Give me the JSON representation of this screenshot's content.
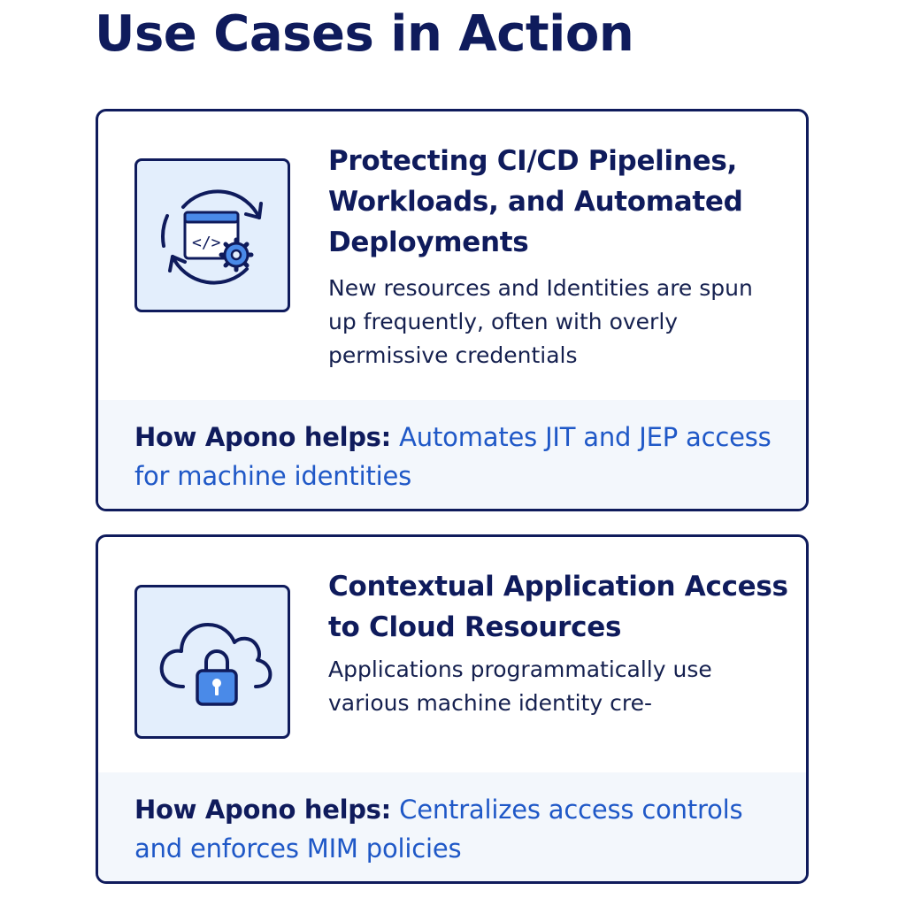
{
  "page": {
    "title": "Use Cases in Action"
  },
  "colors": {
    "navy": "#0f1b5c",
    "accent_blue": "#1f58c7",
    "icon_bg": "#e3eefc",
    "band_bg": "#f3f7fc"
  },
  "cards": [
    {
      "icon": "code-window-cycle-gear-icon",
      "title": "Protecting CI/CD Pipelines, Workloads, and Automated Deployments",
      "description": "New resources and Identities are spun up frequently, often with overly permissive credentials",
      "helps_label": "How Apono helps:",
      "helps_text": "Automates JIT and JEP access for machine identities"
    },
    {
      "icon": "cloud-lock-icon",
      "title": "Contextual Application Access to Cloud Resources",
      "description": "Applications programmatically use various machine identity cre-",
      "helps_label": "How Apono helps:",
      "helps_text": "Centralizes access controls and enforces MIM policies"
    }
  ]
}
